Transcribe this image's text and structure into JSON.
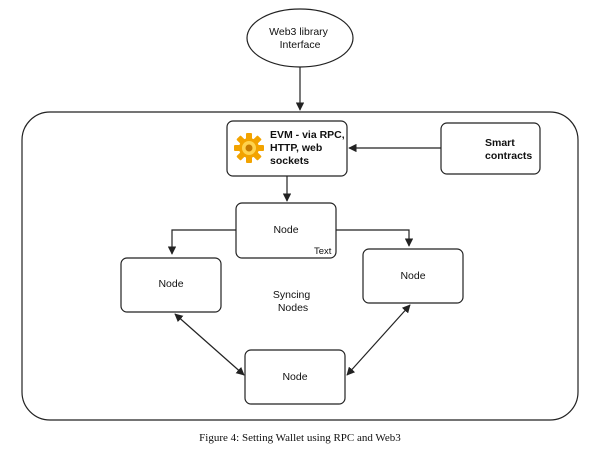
{
  "diagram": {
    "web3_interface": [
      "Web3  library",
      "Interface"
    ],
    "evm": [
      "EVM - via RPC,",
      "HTTP, web",
      "sockets"
    ],
    "evm_icon": "gear-icon",
    "smart_contracts": [
      "Smart",
      "contracts"
    ],
    "node_top": "Node",
    "node_top_note": "Text",
    "node_left": "Node",
    "node_right": "Node",
    "node_bottom": "Node",
    "syncing": [
      "Syncing",
      "Nodes"
    ]
  },
  "caption": "Figure 4: Setting Wallet using RPC and Web3",
  "colors": {
    "stroke": "#222222",
    "gear_outer": "#f2a300",
    "gear_inner": "#ffd34d"
  }
}
